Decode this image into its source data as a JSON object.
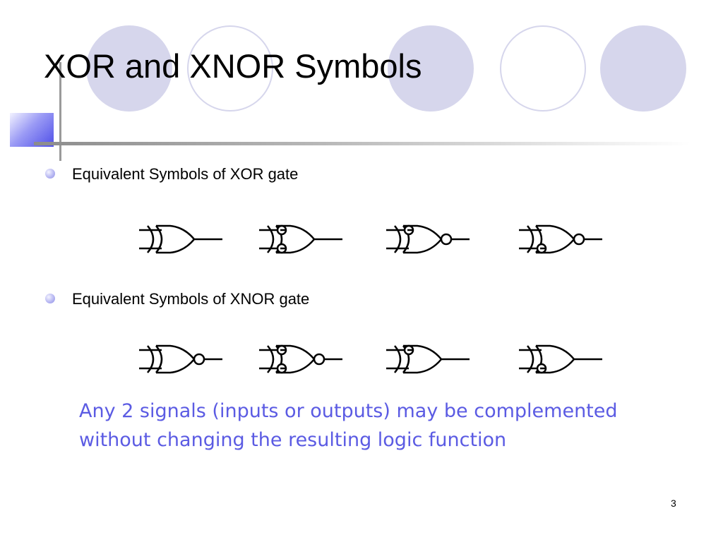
{
  "slide": {
    "title": "XOR and XNOR Symbols",
    "bullets": [
      {
        "text": "Equivalent Symbols of XOR gate"
      },
      {
        "text": "Equivalent Symbols of XNOR gate"
      }
    ],
    "note": "Any 2 signals (inputs or outputs) may be complemented without changing the resulting logic function",
    "page_number": "3",
    "colors": {
      "note_text": "#5b5be3",
      "circle_fill": "#d6d6ec",
      "bullet": "#a9a9ee",
      "accent": "#5a5af0"
    }
  },
  "gates": {
    "xor_equivalents": [
      {
        "in1_bubble": false,
        "in2_bubble": false,
        "out_bubble": false
      },
      {
        "in1_bubble": true,
        "in2_bubble": true,
        "out_bubble": false
      },
      {
        "in1_bubble": true,
        "in2_bubble": false,
        "out_bubble": true
      },
      {
        "in1_bubble": false,
        "in2_bubble": true,
        "out_bubble": true
      }
    ],
    "xnor_equivalents": [
      {
        "in1_bubble": false,
        "in2_bubble": false,
        "out_bubble": true
      },
      {
        "in1_bubble": true,
        "in2_bubble": true,
        "out_bubble": true
      },
      {
        "in1_bubble": true,
        "in2_bubble": false,
        "out_bubble": false
      },
      {
        "in1_bubble": false,
        "in2_bubble": true,
        "out_bubble": false
      }
    ]
  }
}
